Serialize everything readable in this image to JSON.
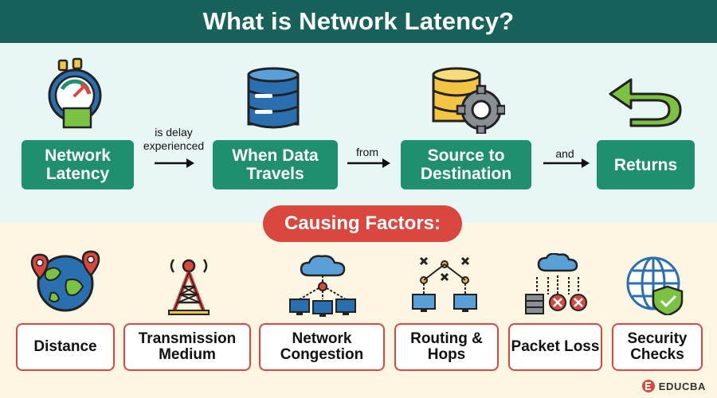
{
  "title": "What is Network Latency?",
  "flow": {
    "boxes": [
      "Network Latency",
      "When Data Travels",
      "Source to Destination",
      "Returns"
    ],
    "connectors": [
      "is delay experienced",
      "from",
      "and"
    ]
  },
  "factors_heading": "Causing Factors:",
  "factors": [
    "Distance",
    "Transmission Medium",
    "Network Congestion",
    "Routing & Hops",
    "Packet Loss",
    "Security Checks"
  ],
  "brand": "EDUCBA",
  "colors": {
    "header": "#17635c",
    "flow_box": "#1f8f6f",
    "accent_red": "#d9473f",
    "top_bg": "#e8f7f5",
    "bottom_bg": "#fdf6e3"
  },
  "icons": [
    "stopwatch-icon",
    "database-icon",
    "database-gear-icon",
    "return-arrow-icon",
    "globe-pins-icon",
    "radio-tower-icon",
    "cloud-network-icon",
    "routing-nodes-icon",
    "packet-loss-icon",
    "security-globe-icon",
    "educba-logo-icon"
  ]
}
